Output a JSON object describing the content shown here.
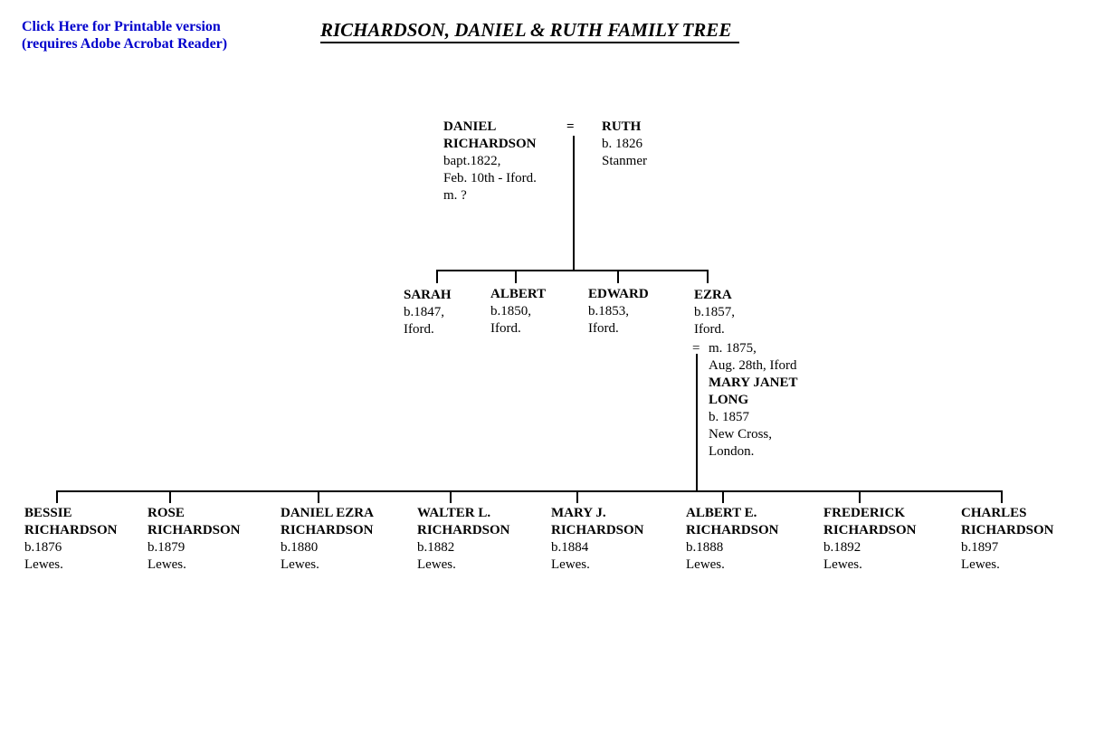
{
  "page": {
    "background": "#ffffff",
    "line_color": "#000000"
  },
  "header": {
    "printable_link": {
      "lines": [
        "Click Here for Printable version",
        "(requires Adobe Acrobat Reader)"
      ],
      "color": "#0000cc"
    },
    "title": "RICHARDSON, DANIEL & RUTH FAMILY TREE"
  },
  "tree": {
    "parents": {
      "father": {
        "name_lines": [
          "DANIEL",
          "RICHARDSON"
        ],
        "detail_lines": [
          "bapt.1822,",
          "Feb. 10th - Iford.",
          "m. ?"
        ]
      },
      "marriage_symbol": "=",
      "mother": {
        "name_lines": [
          "RUTH"
        ],
        "detail_lines": [
          "b. 1826",
          "Stanmer"
        ]
      }
    },
    "generation2": [
      {
        "name_lines": [
          "SARAH"
        ],
        "detail_lines": [
          "b.1847,",
          "Iford."
        ]
      },
      {
        "name_lines": [
          "ALBERT"
        ],
        "detail_lines": [
          "b.1850,",
          "Iford."
        ]
      },
      {
        "name_lines": [
          "EDWARD"
        ],
        "detail_lines": [
          "b.1853,",
          "Iford."
        ]
      },
      {
        "name_lines": [
          "EZRA"
        ],
        "detail_lines": [
          "b.1857,",
          "Iford."
        ]
      }
    ],
    "ezra_marriage": {
      "symbol": "=",
      "marriage_line": "m. 1875,",
      "marriage_place_line": "Aug. 28th, Iford",
      "spouse_name_lines": [
        "MARY JANET",
        "LONG"
      ],
      "spouse_detail_lines": [
        "b. 1857",
        "New Cross,",
        "London."
      ]
    },
    "generation3": [
      {
        "name_lines": [
          "BESSIE",
          "RICHARDSON"
        ],
        "detail_lines": [
          "b.1876",
          "Lewes."
        ]
      },
      {
        "name_lines": [
          "ROSE",
          "RICHARDSON"
        ],
        "detail_lines": [
          "b.1879",
          "Lewes."
        ]
      },
      {
        "name_lines": [
          "DANIEL EZRA",
          "RICHARDSON"
        ],
        "detail_lines": [
          "b.1880",
          "Lewes."
        ]
      },
      {
        "name_lines": [
          "WALTER L.",
          "RICHARDSON"
        ],
        "detail_lines": [
          "b.1882",
          "Lewes."
        ]
      },
      {
        "name_lines": [
          "MARY J.",
          "RICHARDSON"
        ],
        "detail_lines": [
          "b.1884",
          "Lewes."
        ]
      },
      {
        "name_lines": [
          "ALBERT E.",
          "RICHARDSON"
        ],
        "detail_lines": [
          "b.1888",
          "Lewes."
        ]
      },
      {
        "name_lines": [
          "FREDERICK",
          "RICHARDSON"
        ],
        "detail_lines": [
          "b.1892",
          "Lewes."
        ]
      },
      {
        "name_lines": [
          "CHARLES",
          "RICHARDSON"
        ],
        "detail_lines": [
          "b.1897",
          "Lewes."
        ]
      }
    ]
  }
}
